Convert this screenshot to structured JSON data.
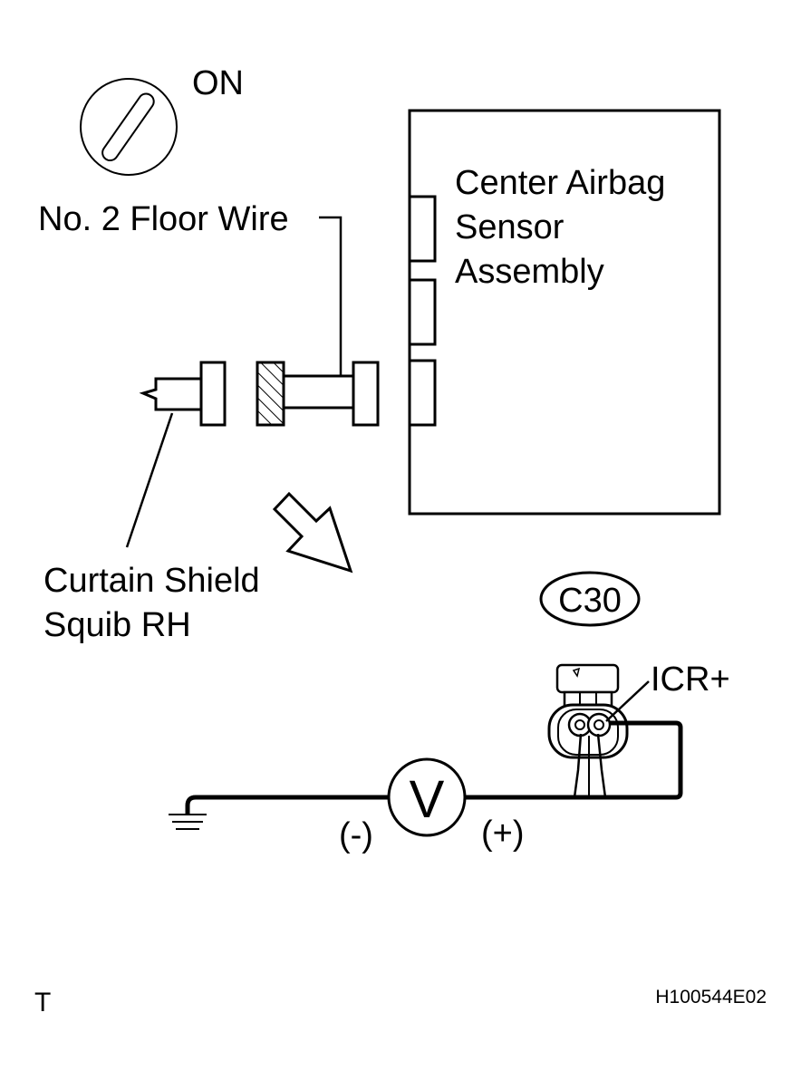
{
  "ignition": {
    "label": "ON"
  },
  "wire": {
    "label": "No. 2 Floor Wire"
  },
  "ecu": {
    "lines": [
      "Center Airbag",
      "Sensor",
      "Assembly"
    ]
  },
  "squib": {
    "lines": [
      "Curtain Shield",
      "Squib RH"
    ]
  },
  "connector": {
    "code": "C30",
    "terminal": "ICR+"
  },
  "meter": {
    "symbol": "V",
    "negative": "(-)",
    "positive": "(+)"
  },
  "footer": {
    "left": "T",
    "right": "H100544E02"
  }
}
